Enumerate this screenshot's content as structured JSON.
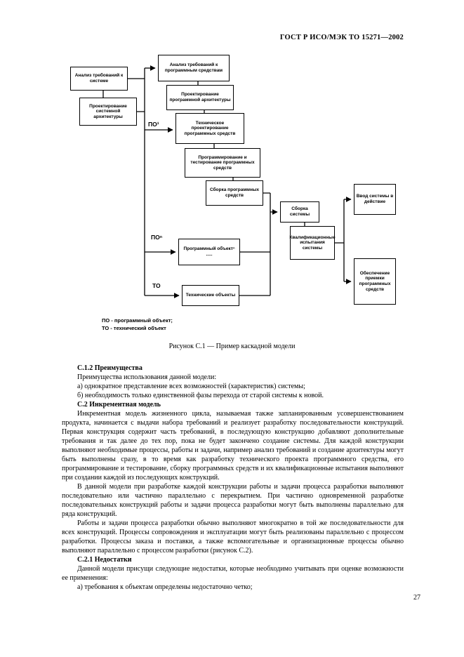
{
  "page": {
    "header": "ГОСТ Р ИСО/МЭК ТО 15271—2002",
    "page_number": "27"
  },
  "figure": {
    "caption": "Рисунок С.1 — Пример каскадной модели",
    "legend": [
      "ПО - программный объект;",
      "ТО - технический объект"
    ],
    "labels": {
      "po1": "ПО¹",
      "pon": "ПОⁿ",
      "to": "ТО"
    },
    "boxes": {
      "sys_req": "Анализ требований к системе",
      "sys_arch": "Проектирование системной архитектуры",
      "sw_req": "Анализ требований к программным средствам",
      "sw_arch": "Проектирование программной архитектуры",
      "sw_design": "Техническое проектирование программных средств",
      "sw_code": "Программирование и тестирование программных средств",
      "sw_int": "Сборка программных средств",
      "sys_int": "Сборка системы",
      "sys_qual": "Квалификационные испытания системы",
      "sys_oper": "Ввод системы в действие",
      "sw_accept": "Обеспечение приемки программных средств",
      "prog_obj": "Программный объектⁿ\n.....",
      "tech_obj": "Технические объекты"
    }
  },
  "content": {
    "s12_heading": "С.1.2 Преимущества",
    "s12_intro": "Преимущества использования данной модели:",
    "s12_a": "а) однократное представление всех возможностей (характеристик) системы;",
    "s12_b": "б) необходимость только единственной фазы перехода от старой системы к новой.",
    "s2_heading": "С.2 Инкрементная модель",
    "s2_p1": "Инкрементная модель жизненного цикла, называемая также запланированным усовершенствованием продукта, начинается с выдачи набора требований и реализует разработку последовательности конструкций. Первая конструкция содержит часть требований, в последующую конструкцию добавляют дополнительные требования и так далее до тех пор, пока не будет закончено создание системы. Для каждой конструкции выполняют необходимые процессы, работы и задачи, например анализ требований и создание архитектуры могут быть выполнены сразу, в то время как разработку технического проекта программного средства, его программирование и тестирование, сборку программных средств и их квалификационные испытания выполняют при создании каждой из последующих конструкций.",
    "s2_p2": "В данной модели при разработке каждой конструкции работы и задачи процесса разработки выполняют последовательно или частично параллельно с перекрытием. При частично одновременной разработке последовательных конструкций работы и задачи процесса разработки могут быть выполнены параллельно для ряда конструкций.",
    "s2_p3": "Работы и задачи процесса разработки обычно выполняют многократно в той же последовательности для всех конструкций. Процессы сопровождения и эксплуатации могут быть реализованы параллельно с процессом разработки. Процессы заказа и поставки, а также вспомогательные и организационные процессы обычно выполняют параллельно с процессом разработки (рисунок С.2).",
    "s21_heading": "С.2.1 Недостатки",
    "s21_intro": "Данной модели присущи следующие недостатки, которые необходимо учитывать при оценке возможности ее применения:",
    "s21_a": "а) требования к объектам определены недостаточно четко;"
  }
}
